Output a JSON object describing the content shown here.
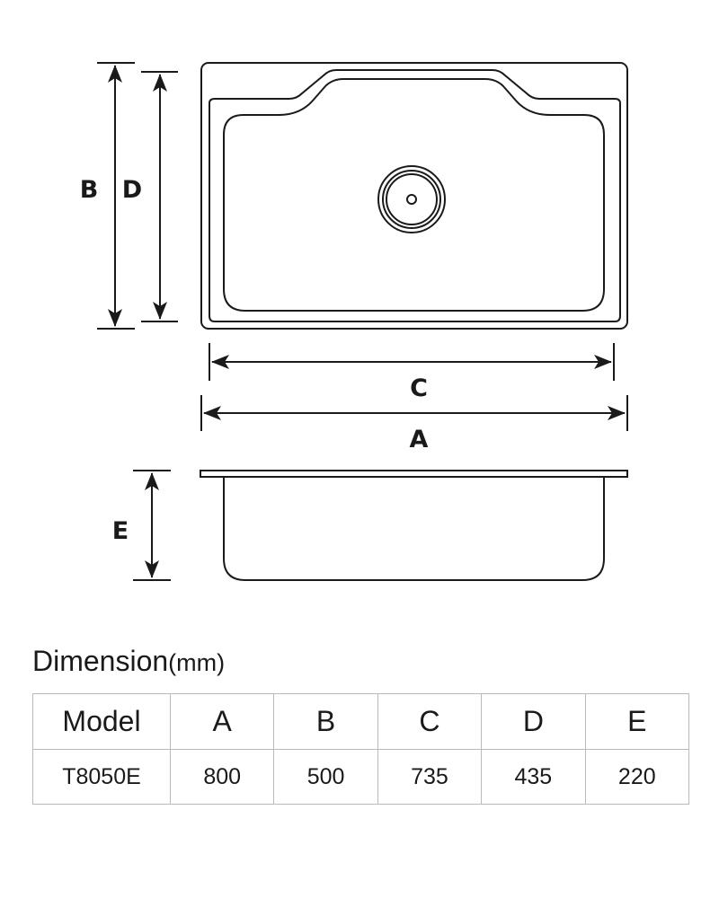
{
  "diagram": {
    "labels": {
      "a": "A",
      "b": "B",
      "c": "C",
      "d": "D",
      "e": "E"
    }
  },
  "table": {
    "title": "Dimension",
    "unit": "(mm)",
    "headers": [
      "Model",
      "A",
      "B",
      "C",
      "D",
      "E"
    ],
    "rows": [
      [
        "T8050E",
        "800",
        "500",
        "735",
        "435",
        "220"
      ]
    ]
  },
  "colors": {
    "line": "#1a1a1a",
    "grid": "#b9b9b9",
    "background": "#ffffff"
  }
}
